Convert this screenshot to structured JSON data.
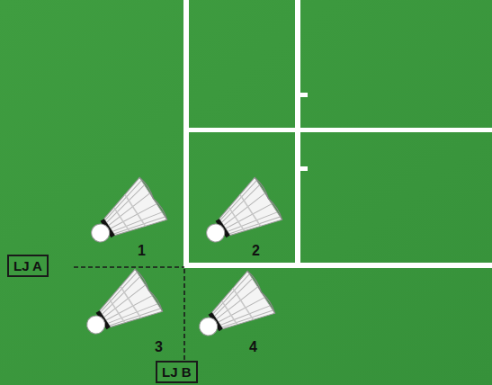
{
  "diagram": {
    "nodes": [
      {
        "text": [
          "LJ A"
        ]
      },
      {
        "text": [
          "LJ B"
        ]
      }
    ],
    "labels": [
      "1",
      "2",
      "3",
      "4"
    ]
  }
}
